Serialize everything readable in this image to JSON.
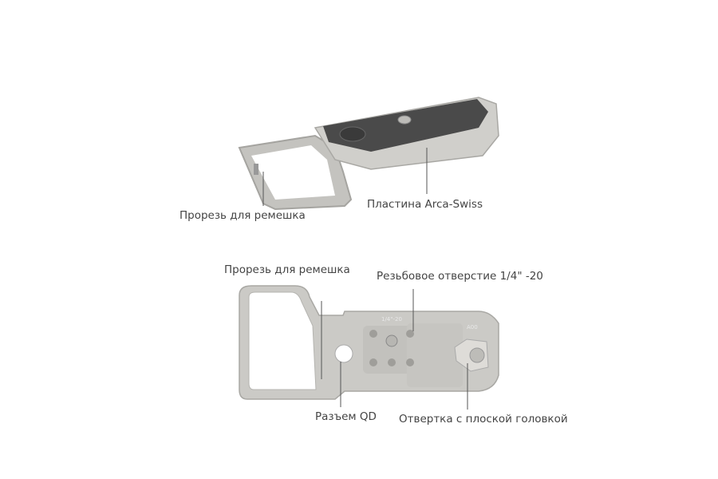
{
  "top_view": {
    "strap_slot_label": "Прорезь для ремешка",
    "arca_plate_label": "Пластина Arca-Swiss"
  },
  "bottom_view": {
    "strap_slot_label": "Прорезь для ремешка",
    "thread_hole_label": "Резьбовое отверстие 1/4\" -20",
    "qd_socket_label": "Разъем QD",
    "screwdriver_label": "Отвертка с плоской головкой",
    "engraving_thread": "1/4\"-20",
    "engraving_model": "A00"
  },
  "colors": {
    "metal": "#c9c8c4",
    "metal_dark": "#a9a8a4",
    "rubber_pad": "#4a4a4a",
    "label_text": "#444444",
    "leader_line": "#555555"
  }
}
